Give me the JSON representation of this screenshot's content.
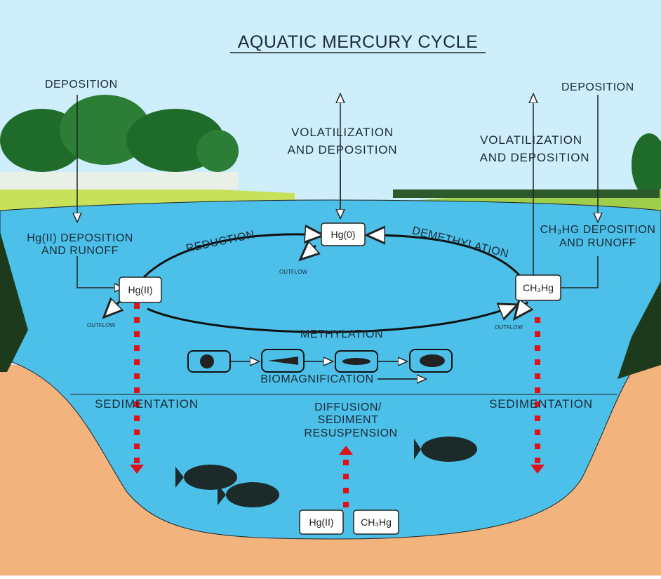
{
  "title": "AQUATIC MERCURY CYCLE",
  "labels": {
    "deposition_left": "DEPOSITION",
    "deposition_right": "DEPOSITION",
    "volatilization_center_1": "VOLATILIZATION",
    "volatilization_center_2": "AND DEPOSITION",
    "volatilization_right_1": "VOLATILIZATION",
    "volatilization_right_2": "AND DEPOSITION",
    "hg2_deposition_1": "Hg(II) DEPOSITION",
    "hg2_deposition_2": "AND RUNOFF",
    "ch3hg_deposition_1": "CH₃HG DEPOSITION",
    "ch3hg_deposition_2": "AND RUNOFF",
    "reduction": "REDUCTION",
    "demethylation": "DEMETHYLATION",
    "methylation": "METHYLATION",
    "biomagnification": "BIOMAGNIFICATION",
    "sedimentation_left": "SEDIMENTATION",
    "sedimentation_right": "SEDIMENTATION",
    "diffusion_1": "DIFFUSION/",
    "diffusion_2": "SEDIMENT",
    "diffusion_3": "RESUSPENSION",
    "outflow_hg0": "OUTFLOW",
    "outflow_hg2": "OUTFLOW",
    "outflow_ch3hg": "OUTFLOW"
  },
  "species": {
    "hg0": "Hg(0)",
    "hg2": "Hg(II)",
    "ch3hg": "CH₃Hg",
    "sediment_hg2": "Hg(II)",
    "sediment_ch3hg": "CH₃Hg"
  },
  "colors": {
    "sky": "#cdeefa",
    "water": "#4cc0e8",
    "sediment": "#f2b37d",
    "arrow_red": "#e0101a"
  }
}
